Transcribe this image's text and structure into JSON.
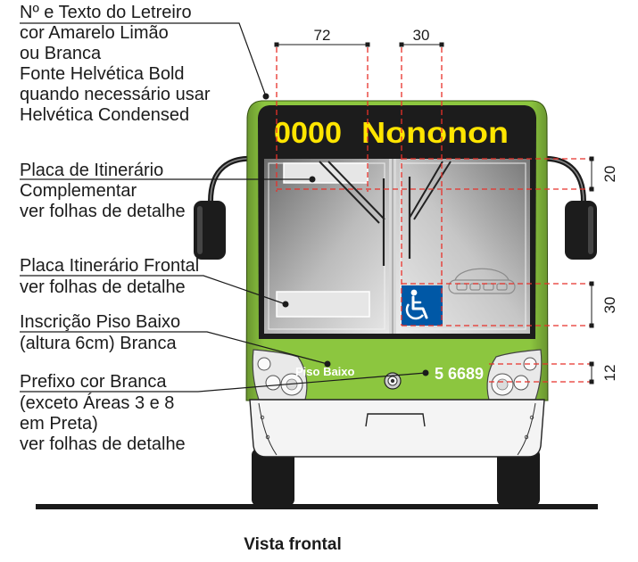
{
  "annotations": {
    "destination_sign": [
      "Nº e Texto do Letreiro",
      "cor Amarelo Limão",
      "ou Branca",
      "Fonte Helvética Bold",
      "quando necessário usar",
      "Helvética Condensed"
    ],
    "complementary_route_plate": [
      "Placa de Itinerário",
      "Complementar",
      "ver folhas de detalhe"
    ],
    "front_route_plate": [
      "Placa Itinerário Frontal",
      "ver folhas de detalhe"
    ],
    "low_floor_inscription": [
      "Inscrição Piso Baixo",
      "(altura 6cm) Branca"
    ],
    "prefix": [
      "Prefixo cor Branca",
      "(exceto Áreas 3 e 8",
      "em Preta)",
      "ver folhas de detalhe"
    ]
  },
  "bus": {
    "destination_number": "0000",
    "destination_name": "Nononon",
    "low_floor_label": "Piso Baixo",
    "prefix_number": "5 6689",
    "colors": {
      "body": "#8cc63f",
      "destination_text": "#ffe500",
      "accessibility_sign": "#0058a6",
      "bumper": "#f4f4f4"
    },
    "icons": [
      "wheelchair-icon",
      "emblem-icon",
      "manufacturer-logo-icon",
      "side-mirror-icon"
    ]
  },
  "dimensions": {
    "top": [
      "72",
      "30"
    ],
    "right": [
      "20",
      "30",
      "12"
    ],
    "guide_line_color": "#e8312a"
  },
  "caption": "Vista frontal"
}
